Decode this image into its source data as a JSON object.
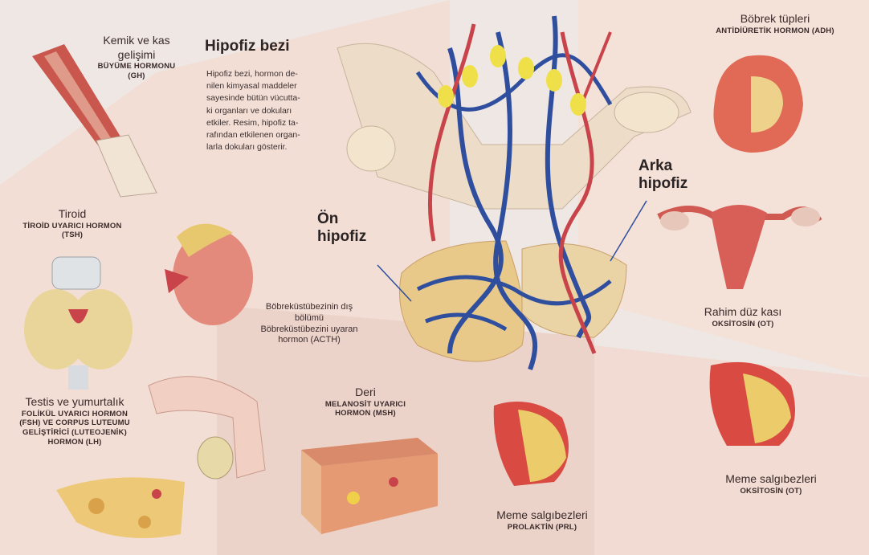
{
  "colors": {
    "background": "#efe7e3",
    "panel": "#f4dfd6",
    "panel_dark": "#ead0c6",
    "vessel_blue": "#2f4f9e",
    "vessel_red": "#c9444a",
    "gland": "#e8c98a",
    "neuron": "#efe04a"
  },
  "title": "Hipofiz bezi",
  "description": [
    "Hipofiz bezi, hormon de-",
    "nilen kimyasal  maddeler",
    "sayesinde bütün vücutta-",
    "ki organları ve dokuları",
    "etkiler. Resim, hipofiz ta-",
    "rafından etkilenen organ-",
    "larla dokuları gösterir."
  ],
  "callouts": {
    "on": [
      "Ön",
      "hipofiz"
    ],
    "arka": [
      "Arka",
      "hipofiz"
    ]
  },
  "left_labels": {
    "kemik": {
      "title": [
        "Kemik ve kas",
        "gelişimi"
      ],
      "hormone": [
        "BÜYÜME HORMONU",
        "(GH)"
      ]
    },
    "tiroid": {
      "title": [
        "Tiroid"
      ],
      "hormone": [
        "TİROİD UYARICI HORMON",
        "(TSH)"
      ]
    },
    "testis": {
      "title": [
        "Testis ve yumurtalık"
      ],
      "hormone": [
        "FOLİKÜL UYARICI HORMON",
        "(FSH) VE CORPUS LUTEUMU",
        "GELİŞTİRİCİ (LUTEOJENİK)",
        "HORMON (LH)"
      ]
    }
  },
  "center_labels": {
    "bobrekustu": [
      "Böbreküstübezinin dış",
      "bölümü",
      "Böbreküstübezini uyaran",
      "hormon (ACTH)"
    ],
    "deri": {
      "title": [
        "Deri"
      ],
      "hormone": [
        "MELANOSİT UYARICI",
        "HORMON (MSH)"
      ]
    },
    "meme_prl": {
      "title": [
        "Meme salgıbezleri"
      ],
      "hormone": [
        "PROLAKTİN (PRL)"
      ]
    }
  },
  "right_labels": {
    "bobrek": {
      "title": [
        "Böbrek tüpleri"
      ],
      "hormone": [
        "ANTİDİÜRETİK HORMON (ADH)"
      ]
    },
    "rahim": {
      "title": [
        "Rahim düz kası"
      ],
      "hormone": [
        "OKSİTOSİN (OT)"
      ]
    },
    "meme_ot": {
      "title": [
        "Meme salgıbezleri"
      ],
      "hormone": [
        "OKSİTOSİN (OT)"
      ]
    }
  }
}
